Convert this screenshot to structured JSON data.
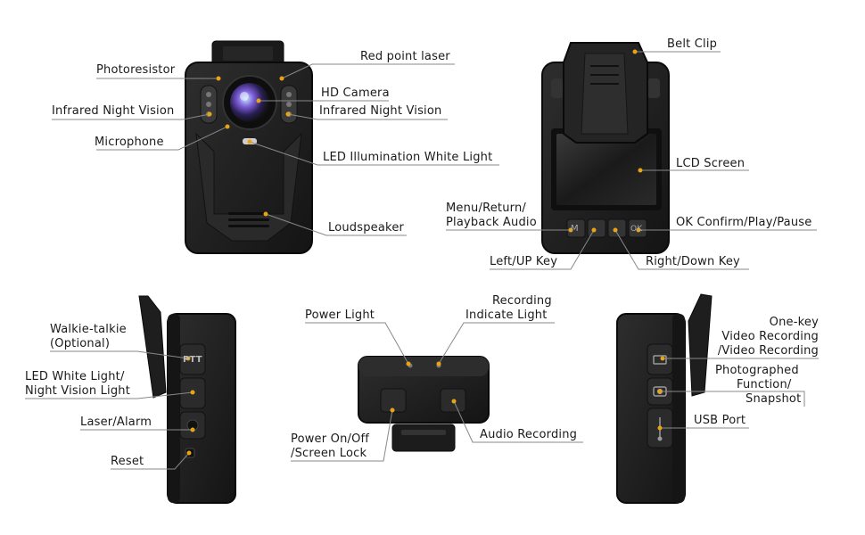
{
  "colors": {
    "body": "#1d1d1d",
    "body_edge": "#0c0c0c",
    "panel": "#2b2b2b",
    "leader": "#888888",
    "dot": "#e8a317"
  },
  "front_view": {
    "photoresistor": "Photoresistor",
    "red_point_laser": "Red point laser",
    "hd_camera": "HD Camera",
    "infrared_left": "Infrared Night Vision",
    "infrared_right": "Infrared Night Vision",
    "microphone": "Microphone",
    "led_illumination": "LED Illumination White Light",
    "loudspeaker": "Loudspeaker"
  },
  "back_view": {
    "belt_clip": "Belt Clip",
    "lcd_screen": "LCD Screen",
    "menu_line1": "Menu/Return/",
    "menu_line2": "Playback Audio",
    "ok_confirm": "OK Confirm/Play/Pause",
    "left_up": "Left/UP Key",
    "right_down": "Right/Down Key",
    "key_menu_glyph": "M",
    "key_ok_glyph": "OK"
  },
  "left_side_view": {
    "walkie_line1": "Walkie-talkie",
    "walkie_line2": "(Optional)",
    "led_line1": "LED White Light/",
    "led_line2": "Night Vision Light",
    "laser_alarm": "Laser/Alarm",
    "reset": "Reset",
    "ptt_glyph": "PTT"
  },
  "top_view": {
    "power_light": "Power Light",
    "rec_line1": "Recording",
    "rec_line2": "Indicate Light",
    "power_line1": "Power On/Off",
    "power_line2": "/Screen Lock",
    "audio_recording": "Audio Recording"
  },
  "right_side_view": {
    "onekey_line1": "One-key",
    "onekey_line2": "Video Recording",
    "onekey_line3": "/Video Recording",
    "photo_line1": "Photographed",
    "photo_line2": "Function/",
    "photo_line3": "Snapshot",
    "usb_port": "USB Port"
  }
}
